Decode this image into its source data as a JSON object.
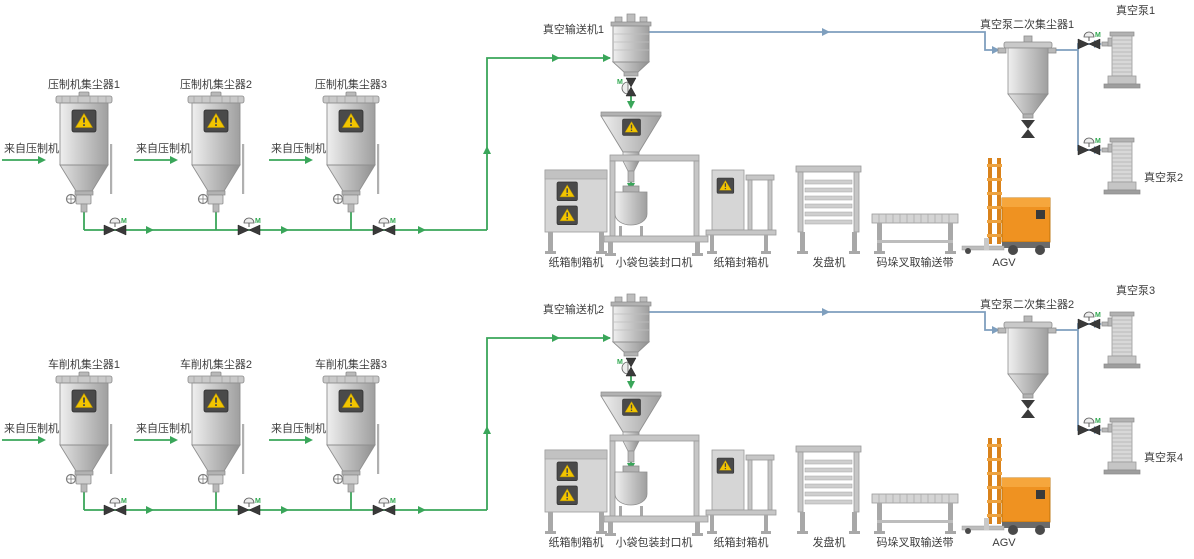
{
  "diagram": {
    "valve_motor_letter": "M",
    "colors": {
      "pipe_green": "#3aa65a",
      "pipe_blue": "#7f9fbe",
      "warning_yellow": "#f2c500",
      "agv_orange": "#ef9221",
      "background": "#ffffff"
    },
    "rows": [
      {
        "collectors": [
          {
            "label": "压制机集尘器1",
            "inlet_label": "来自压制机"
          },
          {
            "label": "压制机集尘器2",
            "inlet_label": "来自压制机"
          },
          {
            "label": "压制机集尘器3",
            "inlet_label": "来自压制机"
          }
        ],
        "vacuum_conveyor_label": "真空输送机1",
        "secondary_collector_label": "真空泵二次集尘器1",
        "pump_labels": [
          "真空泵1",
          "真空泵2"
        ],
        "machine_labels": {
          "carton_former": "纸箱制箱机",
          "bag_sealer": "小袋包装封口机",
          "carton_sealer": "纸箱封箱机",
          "tray_dispenser": "发盘机",
          "palletizing_conveyor": "码垛叉取输送带",
          "agv": "AGV"
        }
      },
      {
        "collectors": [
          {
            "label": "车削机集尘器1",
            "inlet_label": "来自压制机"
          },
          {
            "label": "车削机集尘器2",
            "inlet_label": "来自压制机"
          },
          {
            "label": "车削机集尘器3",
            "inlet_label": "来自压制机"
          }
        ],
        "vacuum_conveyor_label": "真空输送机2",
        "secondary_collector_label": "真空泵二次集尘器2",
        "pump_labels": [
          "真空泵3",
          "真空泵4"
        ],
        "machine_labels": {
          "carton_former": "纸箱制箱机",
          "bag_sealer": "小袋包装封口机",
          "carton_sealer": "纸箱封箱机",
          "tray_dispenser": "发盘机",
          "palletizing_conveyor": "码垛叉取输送带",
          "agv": "AGV"
        }
      }
    ]
  }
}
